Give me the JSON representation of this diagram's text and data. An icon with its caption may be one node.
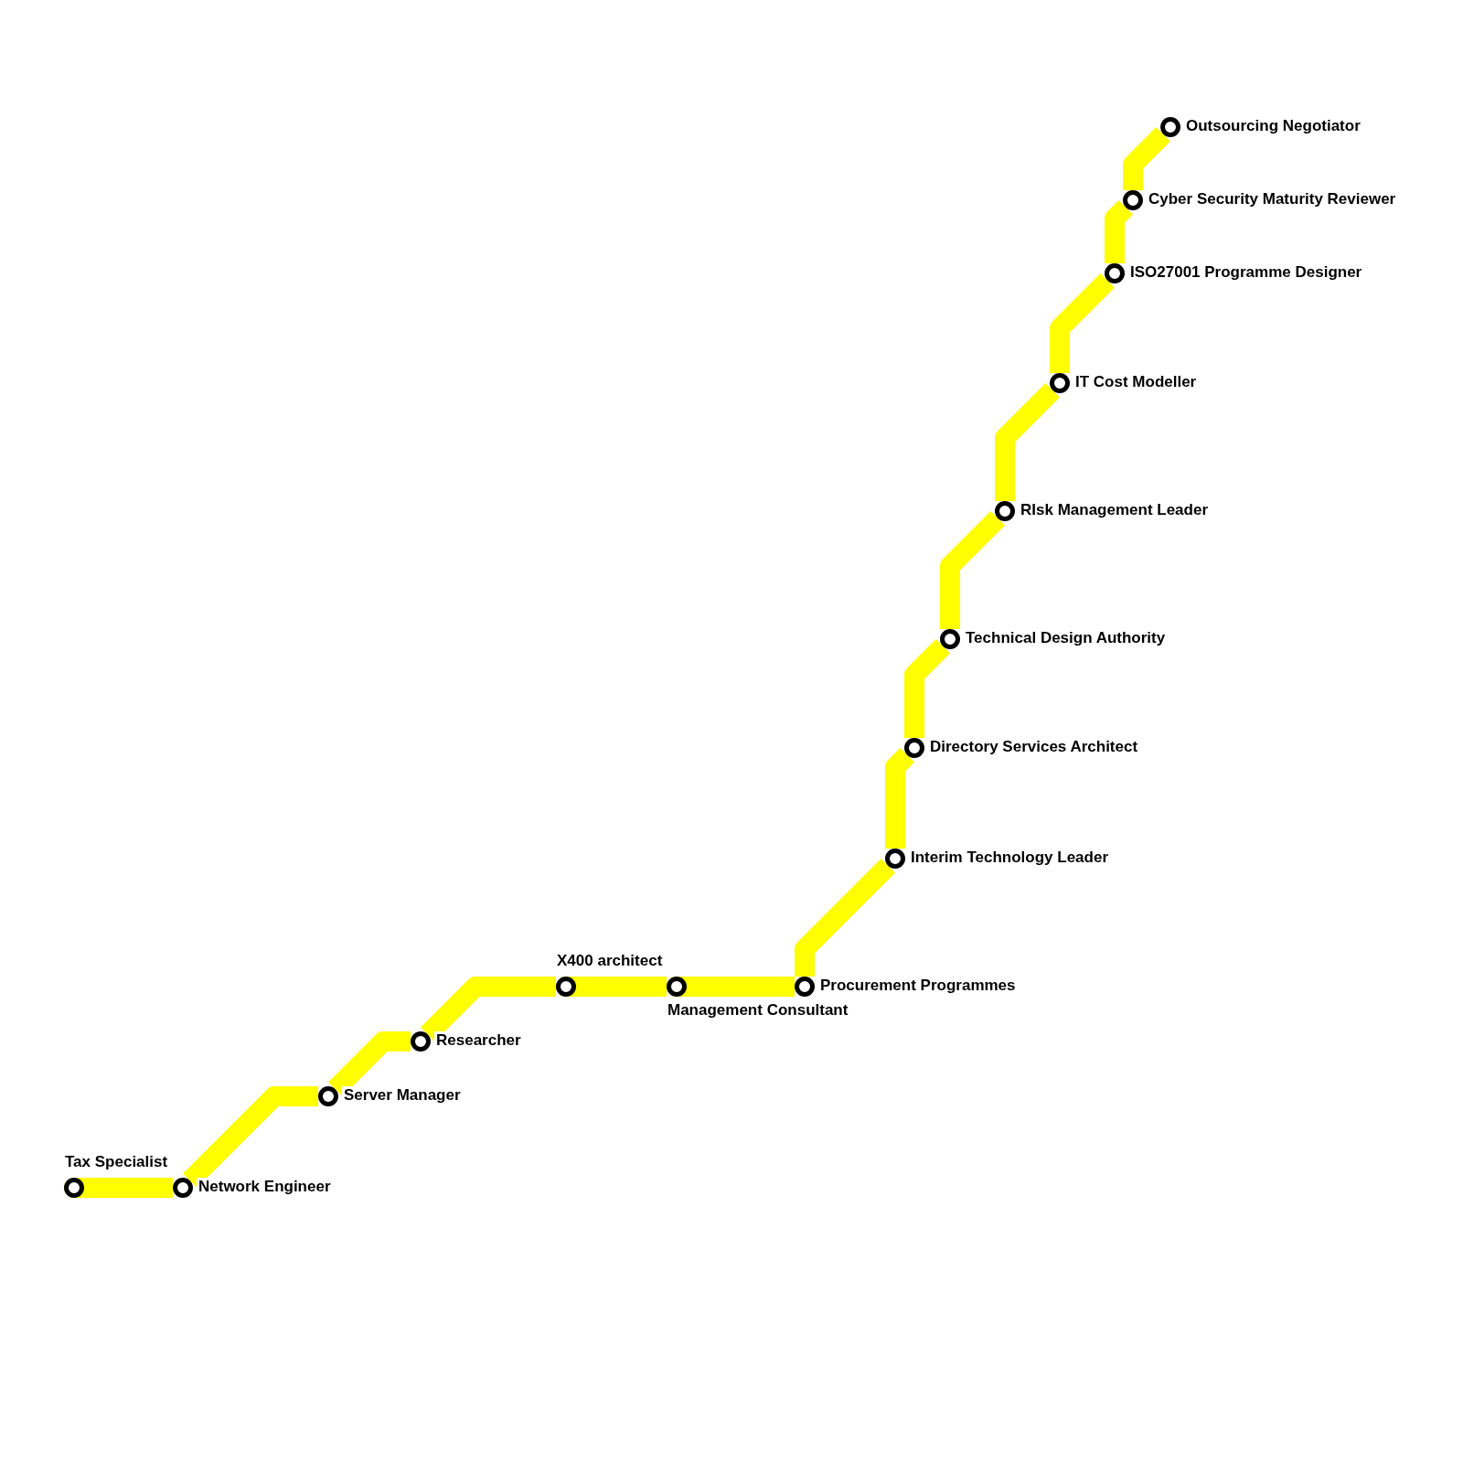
{
  "diagram": {
    "nodes": [
      {
        "text": [],
        "shape": "circle",
        "beside": [
          "Tax Specialist"
        ]
      },
      {
        "text": [],
        "shape": "circle",
        "beside": [
          "Network Engineer"
        ]
      },
      {
        "text": [],
        "shape": "circle",
        "beside": [
          "Server Manager"
        ]
      },
      {
        "text": [],
        "shape": "circle",
        "beside": [
          "Researcher"
        ]
      },
      {
        "text": [],
        "shape": "circle",
        "beside": [
          "X400 architect"
        ]
      },
      {
        "text": [],
        "shape": "circle",
        "beside": [
          "Management Consultant"
        ]
      },
      {
        "text": [],
        "shape": "circle",
        "beside": [
          "Procurement Programmes"
        ]
      },
      {
        "text": [],
        "shape": "circle",
        "beside": [
          "Interim Technology Leader"
        ]
      },
      {
        "text": [],
        "shape": "circle",
        "beside": [
          "Directory Services Architect"
        ]
      },
      {
        "text": [],
        "shape": "circle",
        "beside": [
          "Technical Design Authority"
        ]
      },
      {
        "text": [],
        "shape": "circle",
        "beside": [
          "RIsk Management Leader"
        ]
      },
      {
        "text": [],
        "shape": "circle",
        "beside": [
          "IT Cost Modeller"
        ]
      },
      {
        "text": [],
        "shape": "circle",
        "beside": [
          "ISO27001 Programme Designer"
        ]
      },
      {
        "text": [],
        "shape": "circle",
        "beside": [
          "Cyber Security Maturity Reviewer"
        ]
      },
      {
        "text": [],
        "shape": "circle",
        "beside": [
          "Outsourcing Negotiator"
        ]
      }
    ],
    "edges": [
      {
        "from": 0,
        "to": 1,
        "arrow": "none",
        "color": "#ffff00"
      },
      {
        "from": 1,
        "to": 2,
        "arrow": "none",
        "color": "#ffff00"
      },
      {
        "from": 2,
        "to": 3,
        "arrow": "none",
        "color": "#ffff00"
      },
      {
        "from": 3,
        "to": 4,
        "arrow": "none",
        "color": "#ffff00"
      },
      {
        "from": 4,
        "to": 5,
        "arrow": "none",
        "color": "#ffff00"
      },
      {
        "from": 5,
        "to": 6,
        "arrow": "none",
        "color": "#ffff00"
      },
      {
        "from": 6,
        "to": 7,
        "arrow": "none",
        "color": "#ffff00"
      },
      {
        "from": 7,
        "to": 8,
        "arrow": "none",
        "color": "#ffff00"
      },
      {
        "from": 8,
        "to": 9,
        "arrow": "none",
        "color": "#ffff00"
      },
      {
        "from": 9,
        "to": 10,
        "arrow": "none",
        "color": "#ffff00"
      },
      {
        "from": 10,
        "to": 11,
        "arrow": "none",
        "color": "#ffff00"
      },
      {
        "from": 11,
        "to": 12,
        "arrow": "none",
        "color": "#ffff00"
      },
      {
        "from": 12,
        "to": 13,
        "arrow": "none",
        "color": "#ffff00"
      },
      {
        "from": 13,
        "to": 14,
        "arrow": "none",
        "color": "#ffff00"
      }
    ]
  }
}
